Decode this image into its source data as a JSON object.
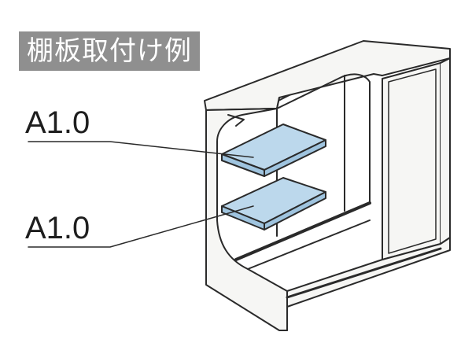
{
  "title": "棚板取付け例",
  "callouts": [
    {
      "label": "A1.0"
    },
    {
      "label": "A1.0"
    }
  ],
  "colors": {
    "badge_bg": "#8f8f8f",
    "badge_text": "#ffffff",
    "outline": "#2a2a2a",
    "cabinet_fill": "#f6f6f4",
    "shelf_top": "#bcd8ec",
    "shelf_edge": "#9fc4df"
  }
}
